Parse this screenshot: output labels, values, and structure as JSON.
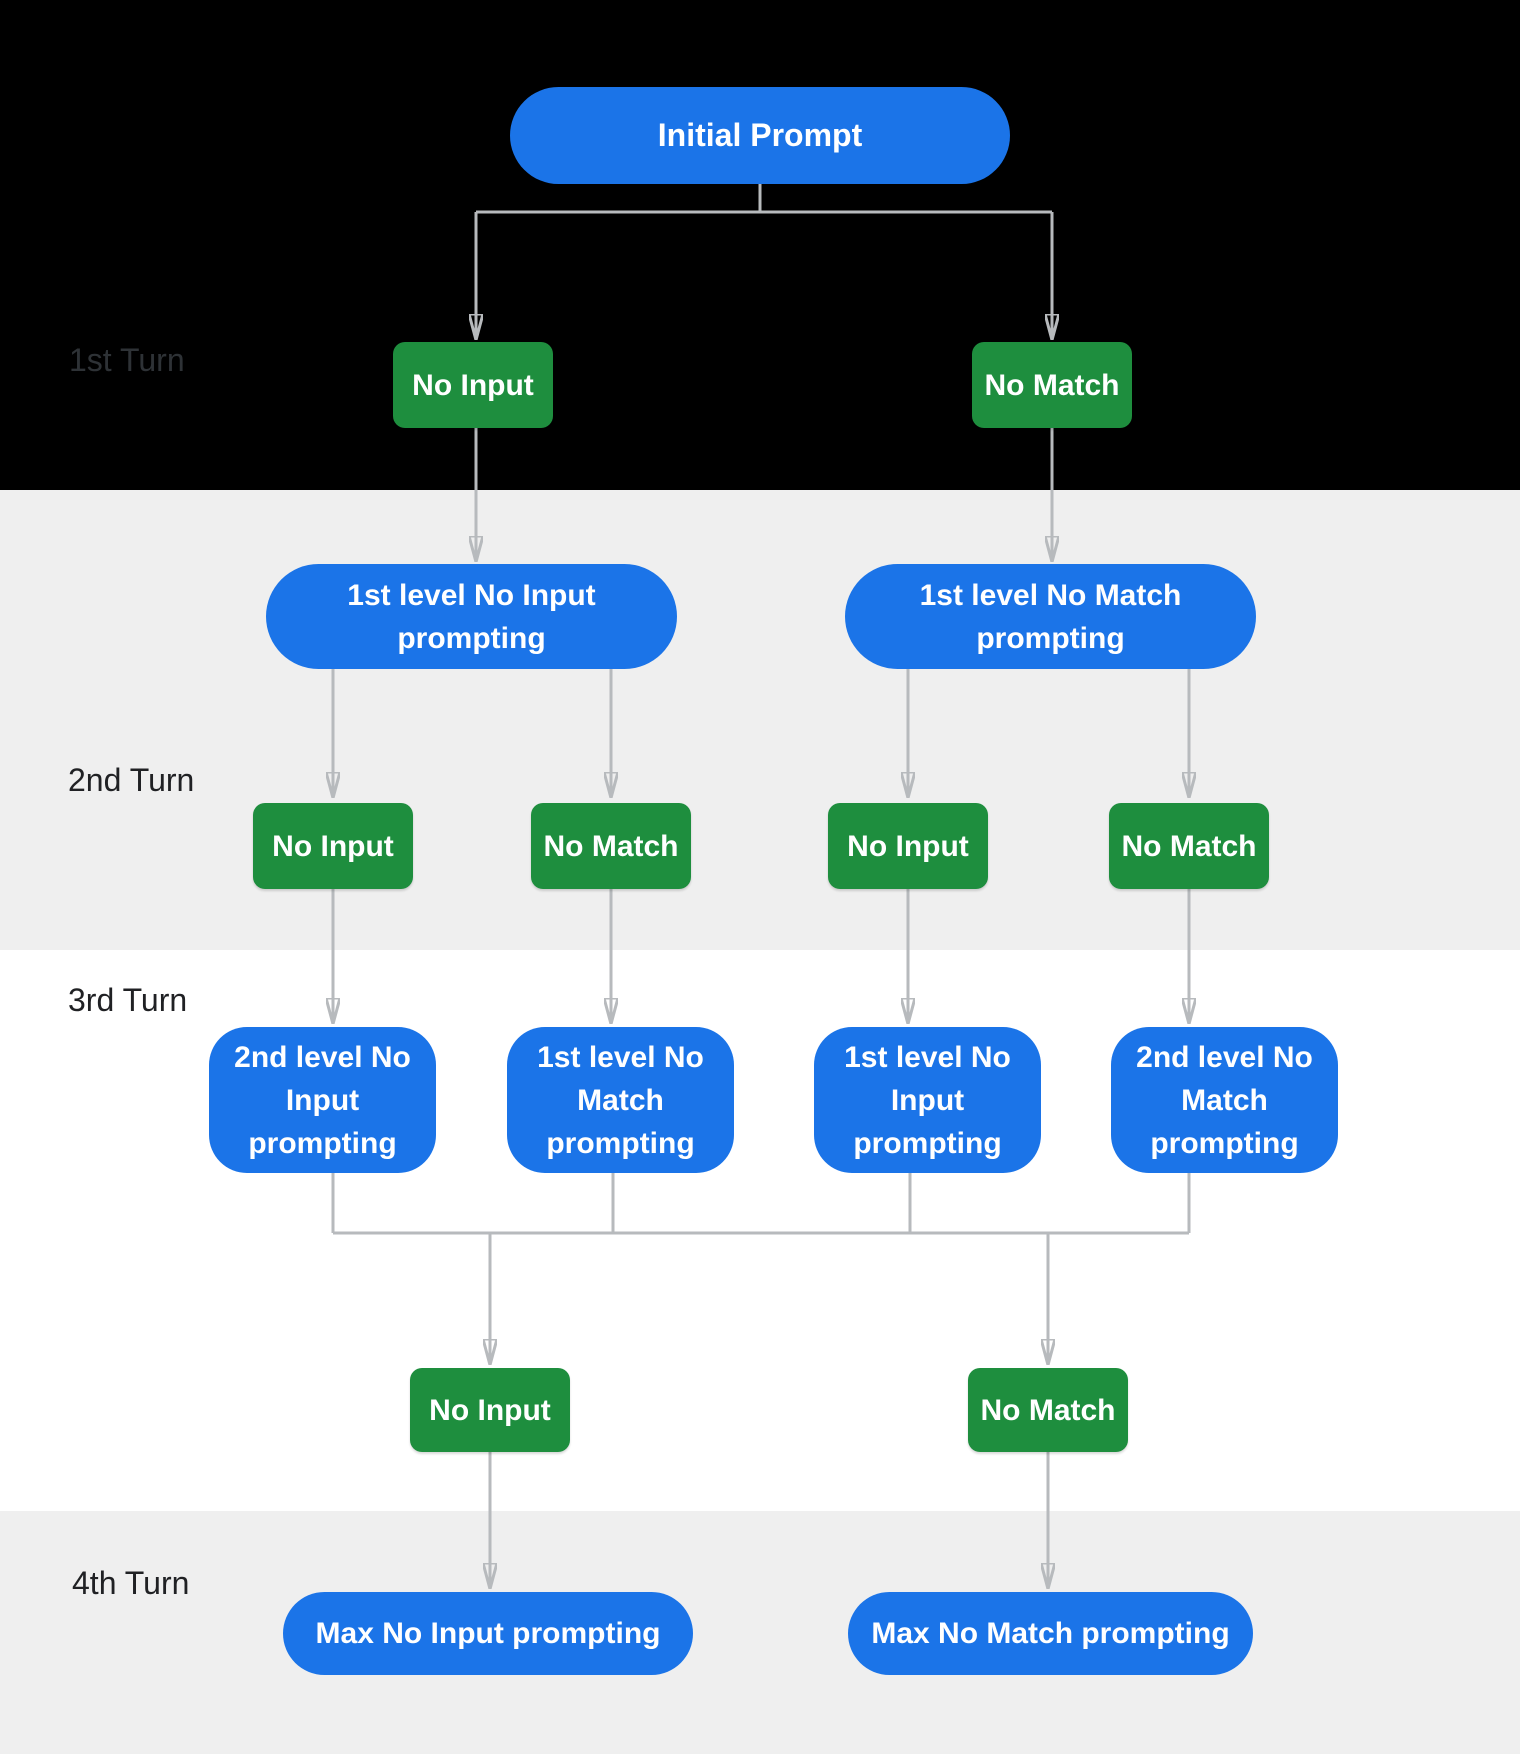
{
  "diagram": {
    "colors": {
      "band_black": "#000000",
      "band_gray": "#efefef",
      "band_white": "#ffffff",
      "prompt_blue": "#1b74e8",
      "event_green": "#1e8e3e",
      "connector_gray": "#b7babd",
      "label_dark": "#202124",
      "label_on_black": "#2e3236",
      "node_text": "#ffffff"
    },
    "turn_labels": [
      {
        "label": "1st Turn"
      },
      {
        "label": "2nd Turn"
      },
      {
        "label": "3rd Turn"
      },
      {
        "label": "4th Turn"
      }
    ],
    "nodes": [
      {
        "id": "initial-prompt",
        "type": "prompt",
        "label": "Initial Prompt"
      },
      {
        "id": "turn1-no-input",
        "type": "event",
        "label": "No Input"
      },
      {
        "id": "turn1-no-match",
        "type": "event",
        "label": "No Match"
      },
      {
        "id": "turn2-no-input-prompting",
        "type": "prompt",
        "label": "1st level No Input prompting"
      },
      {
        "id": "turn2-no-match-prompting",
        "type": "prompt",
        "label": "1st level No Match prompting"
      },
      {
        "id": "turn2-no-input-left",
        "type": "event",
        "label": "No Input"
      },
      {
        "id": "turn2-no-match-left",
        "type": "event",
        "label": "No Match"
      },
      {
        "id": "turn2-no-input-right",
        "type": "event",
        "label": "No Input"
      },
      {
        "id": "turn2-no-match-right",
        "type": "event",
        "label": "No Match"
      },
      {
        "id": "turn3-2nd-no-input-prompting",
        "type": "prompt",
        "label": "2nd level No Input prompting"
      },
      {
        "id": "turn3-1st-no-match-prompting",
        "type": "prompt",
        "label": "1st level No Match prompting"
      },
      {
        "id": "turn3-1st-no-input-prompting",
        "type": "prompt",
        "label": "1st level No Input prompting"
      },
      {
        "id": "turn3-2nd-no-match-prompting",
        "type": "prompt",
        "label": "2nd level No Match prompting"
      },
      {
        "id": "turn3-no-input",
        "type": "event",
        "label": "No Input"
      },
      {
        "id": "turn3-no-match",
        "type": "event",
        "label": "No Match"
      },
      {
        "id": "turn4-max-no-input",
        "type": "prompt",
        "label": "Max No Input prompting"
      },
      {
        "id": "turn4-max-no-match",
        "type": "prompt",
        "label": "Max No Match prompting"
      }
    ]
  }
}
